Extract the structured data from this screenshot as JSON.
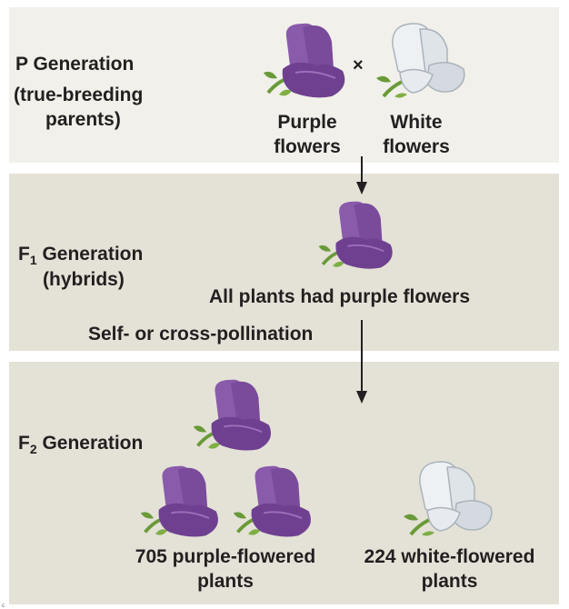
{
  "colors": {
    "purple_flower": "#7f4ea0",
    "white_flower": "#e6eaee",
    "stem_green": "#6a9a38",
    "panel_light": "#f1f0ea",
    "panel_dark": "#e4e2d7"
  },
  "p_generation": {
    "title": "P Generation",
    "subtitle_line1": "(true-breeding",
    "subtitle_line2": "parents)",
    "cross_symbol": "×",
    "purple_label_line1": "Purple",
    "purple_label_line2": "flowers",
    "white_label_line1": "White",
    "white_label_line2": "flowers"
  },
  "f1_generation": {
    "title_prefix": "F",
    "title_subscript": "1",
    "title_suffix": " Generation",
    "subtitle": "(hybrids)",
    "result": "All plants had purple flowers",
    "pollination": "Self- or cross-pollination"
  },
  "f2_generation": {
    "title_prefix": "F",
    "title_subscript": "2",
    "title_suffix": " Generation",
    "purple_count_line1": "705 purple-flowered",
    "purple_count_line2": "plants",
    "white_count_line1": "224 white-flowered",
    "white_count_line2": "plants"
  },
  "corner_mark": "c"
}
